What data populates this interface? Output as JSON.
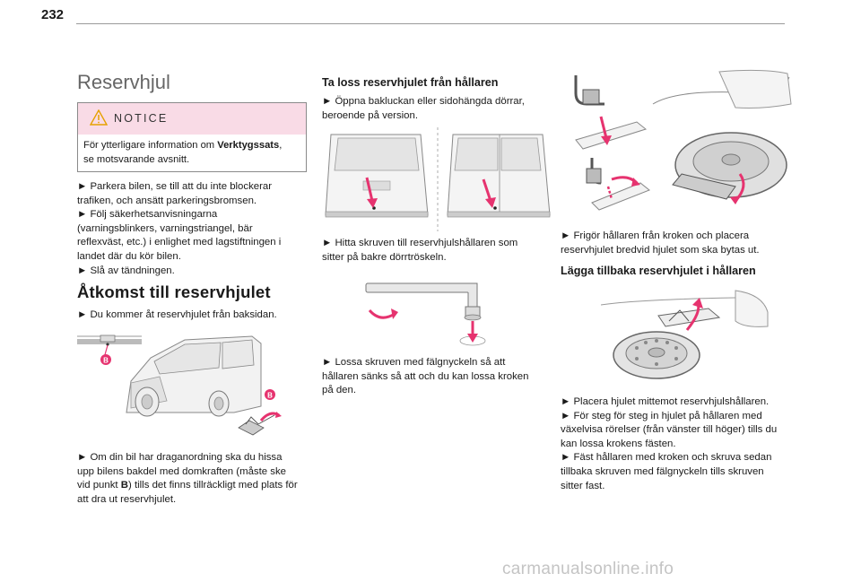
{
  "page_number": "232",
  "col1": {
    "title": "Reservhjul",
    "notice": {
      "label": "NOTICE",
      "text_a": "För ytterligare information om ",
      "text_bold": "Verktygssats",
      "text_b": ",",
      "text_c": "se motsvarande avsnitt."
    },
    "steps": [
      "► Parkera bilen, se till att du inte blockerar",
      "trafiken, och ansätt parkeringsbromsen.",
      "► Följ säkerhetsanvisningarna",
      "(varningsblinkers, varningstriangel, bär",
      "reflexväst, etc.) i enlighet med lagstiftningen i",
      "landet där du kör bilen.",
      "► Slå av tändningen."
    ],
    "access_title": "Åtkomst till reservhjulet",
    "access_step": "► Du kommer åt reservhjulet från baksidan.",
    "figure_label_b1": "B",
    "figure_label_b2": "B",
    "jack_lines": [
      "► Om din bil har draganordning ska du hissa",
      "upp bilens bakdel med domkraften (måste ske",
      "vid punkt "
    ],
    "jack_bold": "B",
    "jack_after": ") tills det finns tillräckligt med plats för",
    "jack_end": "att dra ut reservhjulet."
  },
  "col2": {
    "title": "Ta loss reservhjulet från hållaren",
    "step1": [
      "► Öppna bakluckan eller sidohängda dörrar,",
      "beroende på version."
    ],
    "step2": [
      "► Hitta skruven till reservhjulshållaren som",
      "sitter på bakre dörrtröskeln."
    ],
    "step3": [
      "► Lossa skruven med fälgnyckeln så att",
      "hållaren sänks så att och du kan lossa kroken",
      "på den."
    ]
  },
  "col3": {
    "step1": [
      "► Frigör hållaren från kroken och placera",
      "reservhjulet bredvid hjulet som ska bytas ut."
    ],
    "title": "Lägga tillbaka reservhjulet i hållaren",
    "steps": [
      "► Placera hjulet mittemot reservhjulshållaren.",
      "► För steg för steg in hjulet på hållaren med",
      "växelvisa rörelser (från vänster till höger) tills du",
      "kan lossa krokens fästen.",
      "► Fäst hållaren med kroken och skruva sedan",
      "tillbaka skruven med fälgnyckeln tills skruven",
      "sitter fast."
    ]
  },
  "footer": "carmanualsonline.info",
  "colors": {
    "accent": "#e6336f",
    "notice_bg": "#f9dbe6"
  }
}
